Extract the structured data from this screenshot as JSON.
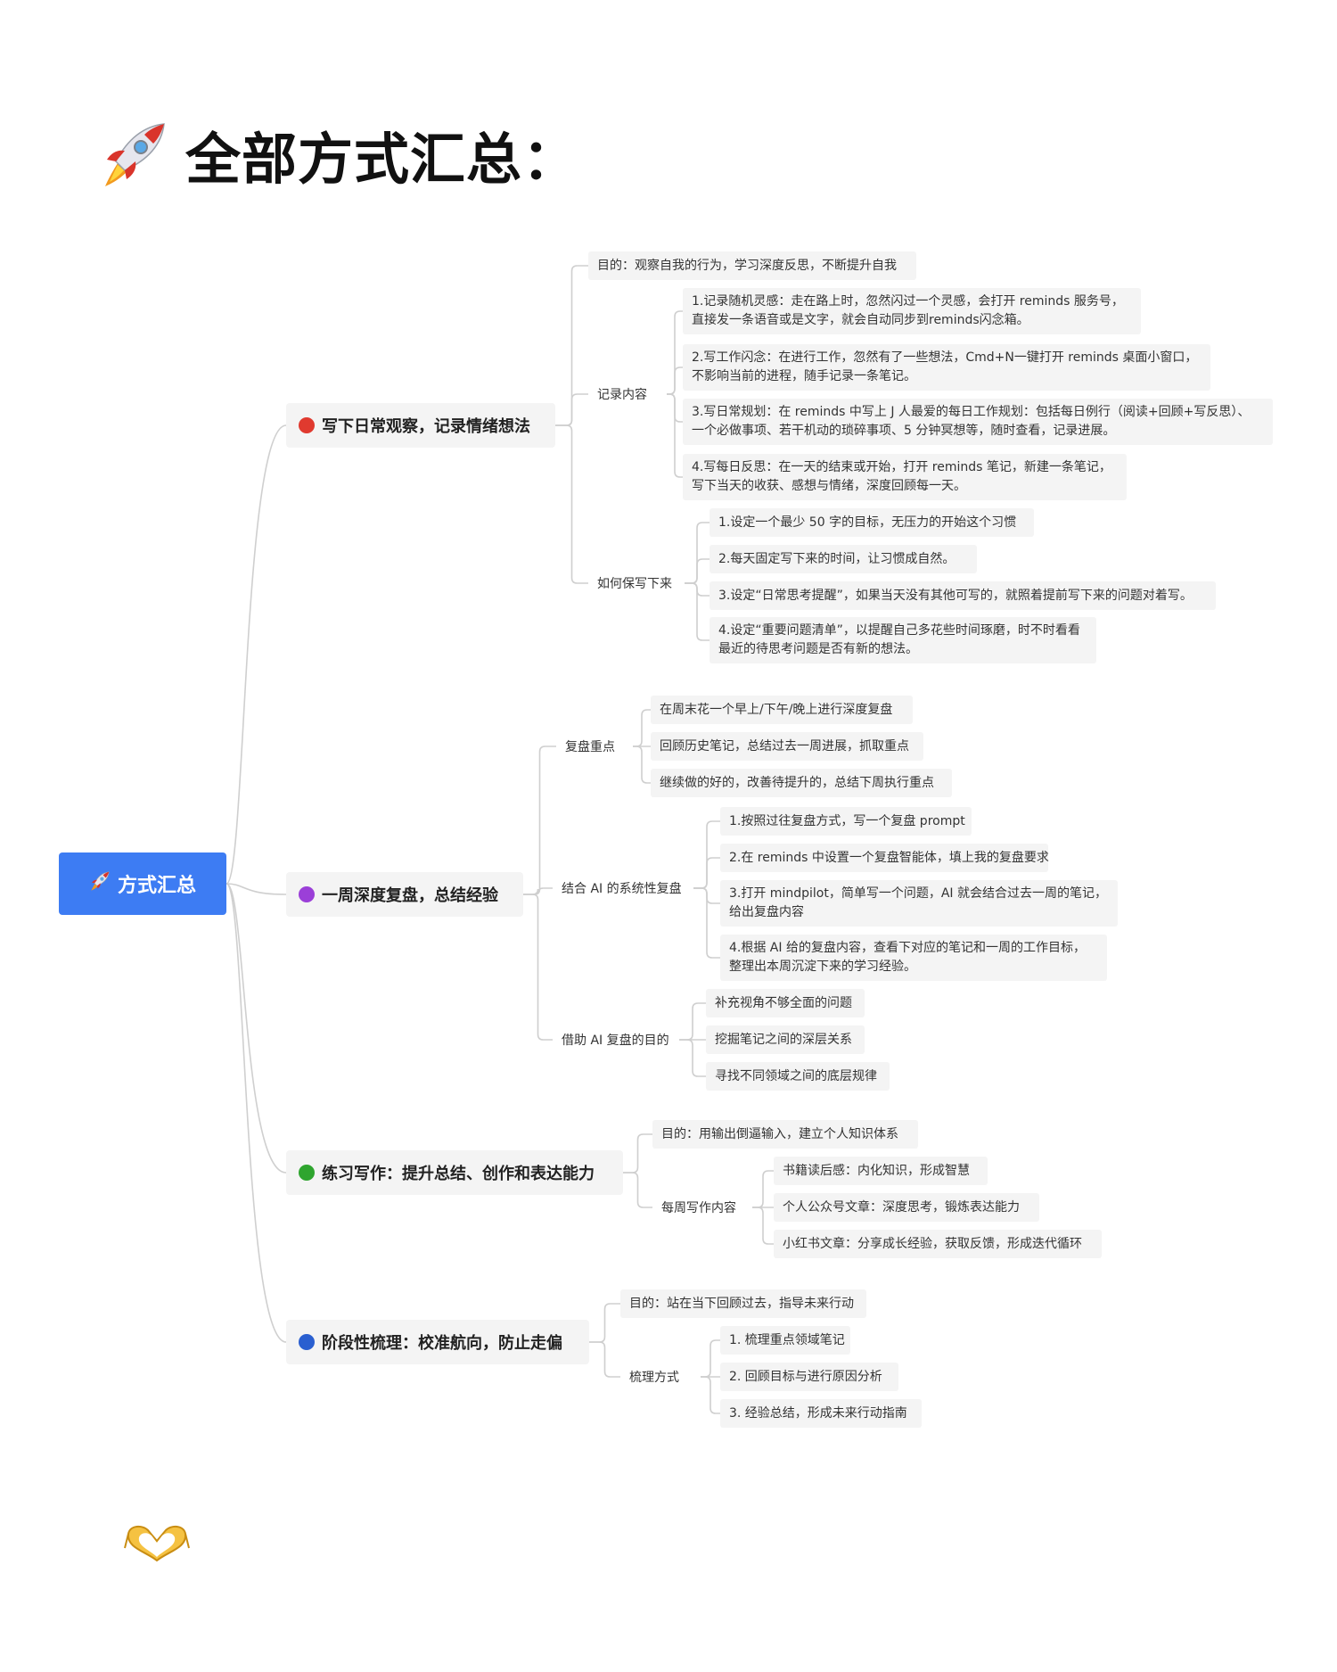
{
  "heading": {
    "text": "全部方式汇总：",
    "icon": "rocket-icon"
  },
  "root": {
    "label": "方式汇总",
    "icon": "rocket-icon",
    "color": "#3d7cf3"
  },
  "branches": [
    {
      "label": "写下日常观察，记录情绪想法",
      "dot_color": "#e03a2f",
      "purpose": "目的：观察自我的行为，学习深度反思，不断提升自我",
      "groups": [
        {
          "label": "记录内容",
          "items": [
            [
              "1.记录随机灵感：走在路上时，忽然闪过一个灵感，会打开 reminds 服务号，",
              "直接发一条语音或是文字，就会自动同步到reminds闪念箱。"
            ],
            [
              "2.写工作闪念：在进行工作，忽然有了一些想法，Cmd+N一键打开 reminds 桌面小窗口，",
              "不影响当前的进程，随手记录一条笔记。"
            ],
            [
              "3.写日常规划：在 reminds 中写上 J 人最爱的每日工作规划：包括每日例行（阅读+回顾+写反思）、",
              "一个必做事项、若干机动的琐碎事项、5 分钟冥想等，随时查看，记录进展。"
            ],
            [
              "4.写每日反思：在一天的结束或开始，打开 reminds 笔记，新建一条笔记，",
              "写下当天的收获、感想与情绪，深度回顾每一天。"
            ]
          ]
        },
        {
          "label": "如何保写下来",
          "items": [
            [
              "1.设定一个最少 50 字的目标，无压力的开始这个习惯"
            ],
            [
              "2.每天固定写下来的时间，让习惯成自然。"
            ],
            [
              "3.设定“日常思考提醒”，如果当天没有其他可写的，就照着提前写下来的问题对着写。"
            ],
            [
              "4.设定“重要问题清单”，以提醒自己多花些时间琢磨，时不时看看",
              "最近的待思考问题是否有新的想法。"
            ]
          ]
        }
      ]
    },
    {
      "label": "一周深度复盘，总结经验",
      "dot_color": "#9b3fd8",
      "groups": [
        {
          "label": "复盘重点",
          "items": [
            [
              "在周末花一个早上/下午/晚上进行深度复盘"
            ],
            [
              "回顾历史笔记，总结过去一周进展，抓取重点"
            ],
            [
              "继续做的好的，改善待提升的，总结下周执行重点"
            ]
          ]
        },
        {
          "label": "结合 AI 的系统性复盘",
          "items": [
            [
              "1.按照过往复盘方式，写一个复盘 prompt"
            ],
            [
              "2.在 reminds 中设置一个复盘智能体，填上我的复盘要求"
            ],
            [
              "3.打开 mindpilot，简单写一个问题，AI 就会结合过去一周的笔记，",
              "给出复盘内容"
            ],
            [
              " 4.根据 AI 给的复盘内容，查看下对应的笔记和一周的工作目标，",
              "整理出本周沉淀下来的学习经验。"
            ]
          ]
        },
        {
          "label": "借助 AI 复盘的目的",
          "items": [
            [
              "补充视角不够全面的问题"
            ],
            [
              "挖掘笔记之间的深层关系"
            ],
            [
              "寻找不同领域之间的底层规律"
            ]
          ]
        }
      ]
    },
    {
      "label": "练习写作：提升总结、创作和表达能力",
      "dot_color": "#2fa52f",
      "purpose": "目的：用输出倒逼输入，建立个人知识体系",
      "groups": [
        {
          "label": "每周写作内容",
          "items": [
            [
              "书籍读后感：内化知识，形成智慧"
            ],
            [
              "个人公众号文章：深度思考，锻炼表达能力"
            ],
            [
              "小红书文章：分享成长经验，获取反馈，形成迭代循环"
            ]
          ]
        }
      ]
    },
    {
      "label": "阶段性梳理：校准航向，防止走偏",
      "dot_color": "#2a5fd0",
      "purpose": "目的：站在当下回顾过去，指导未来行动",
      "groups": [
        {
          "label": "梳理方式",
          "items": [
            [
              "1. 梳理重点领域笔记"
            ],
            [
              "2. 回顾目标与进行原因分析"
            ],
            [
              "3. 经验总结，形成未来行动指南"
            ]
          ]
        }
      ]
    }
  ],
  "footer": {
    "icon": "heart-hands-icon"
  },
  "colors": {
    "line": "#cfcfcf",
    "node_bg": "#f4f4f4",
    "accent": "#3d7cf3"
  }
}
